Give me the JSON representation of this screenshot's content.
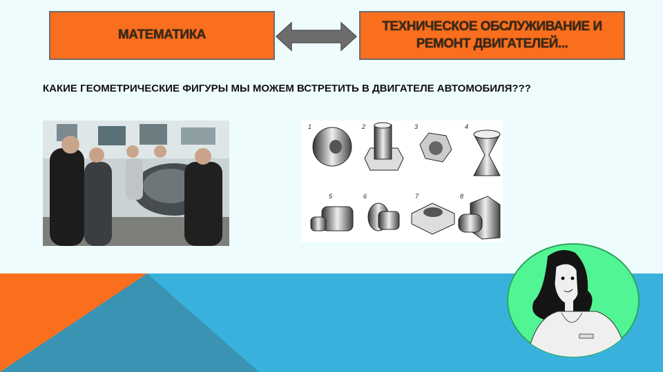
{
  "left_box": {
    "label": "МАТЕМАТИКА"
  },
  "right_box": {
    "line1": "ТЕХНИЧЕСКОЕ ОБСЛУЖИВАНИЕ И",
    "line2": "РЕМОНТ ДВИГАТЕЛЕЙ..."
  },
  "question": "КАКИЕ ГЕОМЕТРИЧЕСКИЕ ФИГУРЫ МЫ МОЖЕМ ВСТРЕТИТЬ В ДВИГАТЕЛЕ АВТОМОБИЛЯ???",
  "shapes_figure": {
    "numbers": [
      "1",
      "2",
      "3",
      "4",
      "5",
      "6",
      "7",
      "8"
    ]
  },
  "colors": {
    "orange": "#f96f1d",
    "blue": "#38b2dd",
    "teal": "#3a93b2",
    "green": "#52f594",
    "background": "#eefcfd"
  }
}
